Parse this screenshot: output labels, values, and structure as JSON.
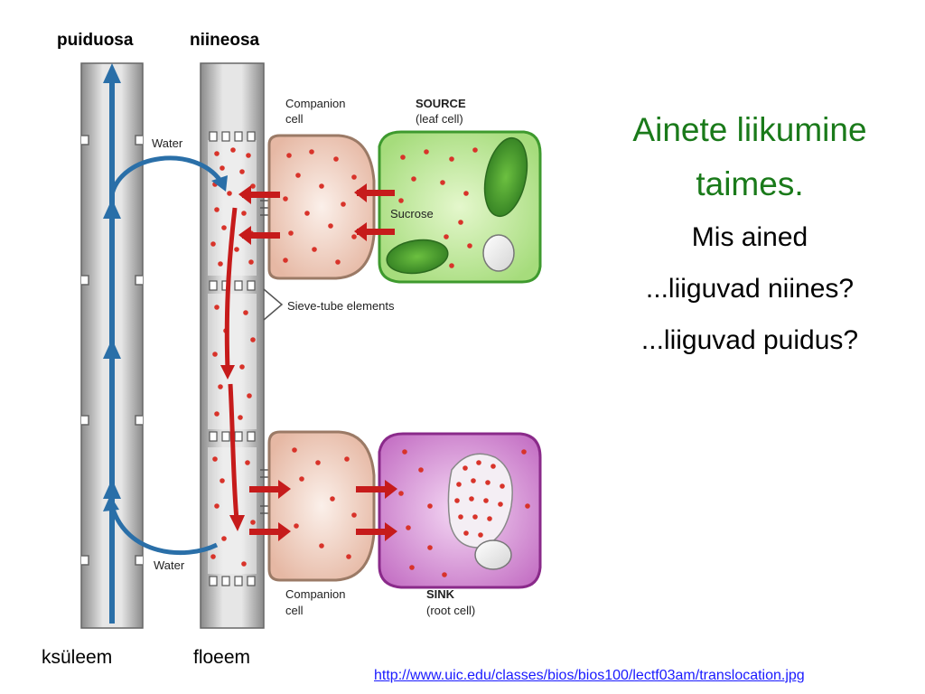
{
  "header_labels": {
    "xylem": "puiduosa",
    "phloem": "niineosa"
  },
  "footer_labels": {
    "xylem": "ksüleem",
    "phloem": "floeem"
  },
  "title": {
    "line1": "Ainete liikumine",
    "line2": "taimes."
  },
  "questions": {
    "q1": "Mis ained",
    "q2": "...liiguvad niines?",
    "q3": "...liiguvad puidus?"
  },
  "diagram_labels": {
    "water_top": "Water",
    "water_bottom": "Water",
    "companion_top_1": "Companion",
    "companion_top_2": "cell",
    "source_1": "SOURCE",
    "source_2": "(leaf cell)",
    "sucrose": "Sucrose",
    "sieve_tube": "Sieve-tube elements",
    "companion_bottom_1": "Companion",
    "companion_bottom_2": "cell",
    "sink_1": "SINK",
    "sink_2": "(root cell)"
  },
  "source_url": "http://www.uic.edu/classes/bios/bios100/lectf03am/translocation.jpg",
  "colors": {
    "title": "#1a7a1a",
    "water_arrow": "#2a6fa8",
    "sucrose_dot": "#d8332a",
    "leaf_cell": "#b8e890",
    "root_cell": "#c060c0",
    "companion_cell": "#f0d2c0",
    "link": "#1a1aff"
  }
}
